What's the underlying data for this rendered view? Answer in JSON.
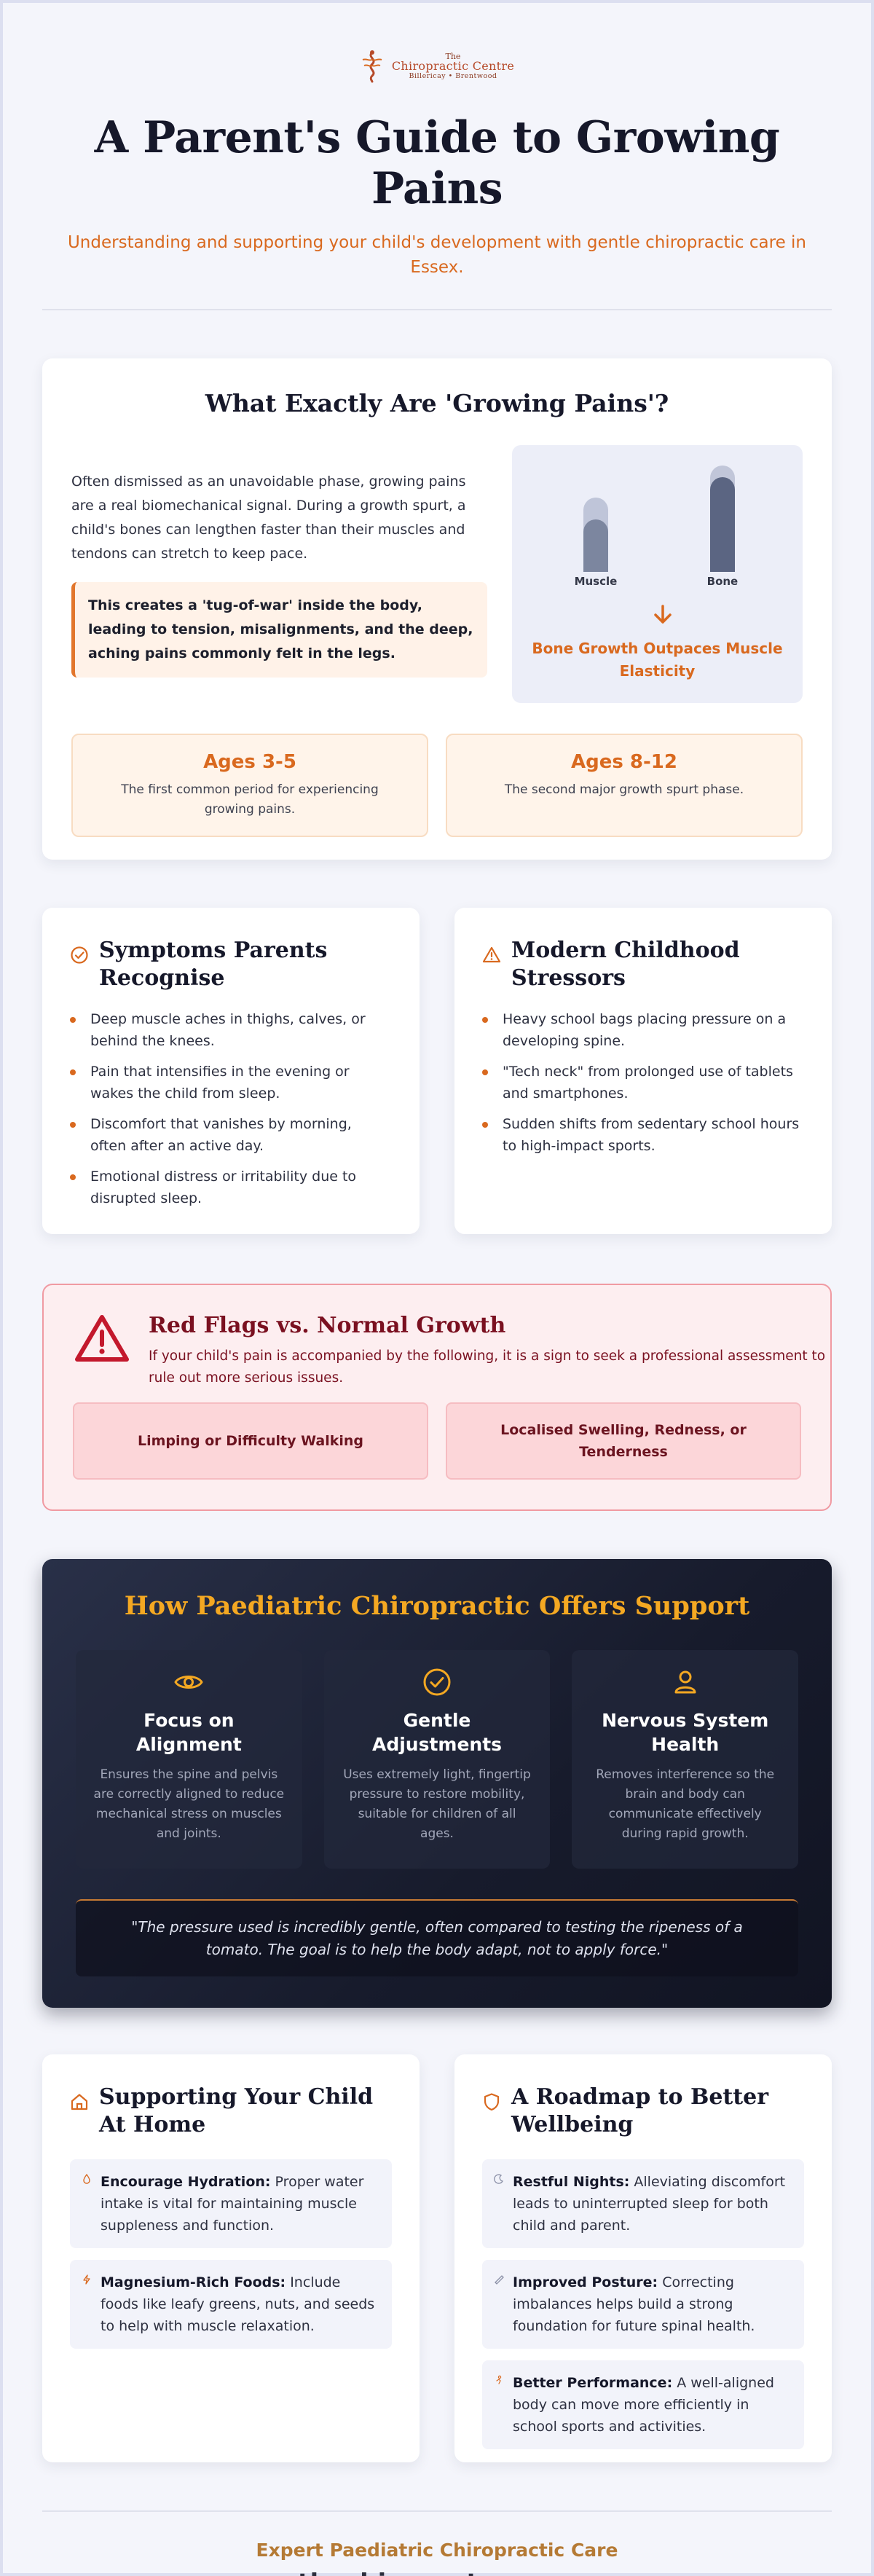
{
  "brand": {
    "logo_line1": "The",
    "logo_line2": "Chiropractic Centre",
    "logo_line3": "Billericay • Brentwood"
  },
  "header": {
    "title": "A Parent's Guide to Growing Pains",
    "subtitle": "Understanding and supporting your child's development with gentle chiropractic care in Essex."
  },
  "what_section": {
    "title": "What Exactly Are 'Growing Pains'?",
    "paragraph": "Often dismissed as an unavoidable phase, growing pains are a real biomechanical signal. During a growth spurt, a child's bones can lengthen faster than their muscles and tendons can stretch to keep pace.",
    "callout": "This creates a 'tug-of-war' inside the body, leading to tension, misalignments, and the deep, aching pains commonly felt in the legs.",
    "visual": {
      "muscle_label": "Muscle",
      "bone_label": "Bone",
      "caption": "Bone Growth Outpaces Muscle Elasticity"
    },
    "ages": [
      {
        "title": "Ages 3-5",
        "desc": "The first common period for experiencing growing pains."
      },
      {
        "title": "Ages 8-12",
        "desc": "The second major growth spurt phase."
      }
    ]
  },
  "symptoms": {
    "title": "Symptoms Parents Recognise",
    "items": [
      "Deep muscle aches in thighs, calves, or behind the knees.",
      "Pain that intensifies in the evening or wakes the child from sleep.",
      "Discomfort that vanishes by morning, often after an active day.",
      "Emotional distress or irritability due to disrupted sleep."
    ]
  },
  "stressors": {
    "title": "Modern Childhood Stressors",
    "items": [
      "Heavy school bags placing pressure on a developing spine.",
      "\"Tech neck\" from prolonged use of tablets and smartphones.",
      "Sudden shifts from sedentary school hours to high-impact sports."
    ]
  },
  "red_flags": {
    "title": "Red Flags vs. Normal Growth",
    "text": "If your child's pain is accompanied by the following, it is a sign to seek a professional assessment to rule out more serious issues.",
    "flags": [
      "Limping or Difficulty Walking",
      "Localised Swelling, Redness, or Tenderness"
    ]
  },
  "support": {
    "title": "How Paediatric Chiropractic Offers Support",
    "features": [
      {
        "icon": "eye-icon",
        "title": "Focus on Alignment",
        "desc": "Ensures the spine and pelvis are correctly aligned to reduce mechanical stress on muscles and joints."
      },
      {
        "icon": "check-circle-icon",
        "title": "Gentle Adjustments",
        "desc": "Uses extremely light, fingertip pressure to restore mobility, suitable for children of all ages."
      },
      {
        "icon": "user-icon",
        "title": "Nervous System Health",
        "desc": "Removes interference so the brain and body can communicate effectively during rapid growth."
      }
    ],
    "quote": "\"The pressure used is incredibly gentle, often compared to testing the ripeness of a tomato. The goal is to help the body adapt, not to apply force.\""
  },
  "home": {
    "title": "Supporting Your Child At Home",
    "tips": [
      {
        "label": "Encourage Hydration:",
        "text": "Proper water intake is vital for maintaining muscle suppleness and function."
      },
      {
        "label": "Magnesium-Rich Foods:",
        "text": "Include foods like leafy greens, nuts, and seeds to help with muscle relaxation."
      }
    ]
  },
  "roadmap": {
    "title": "A Roadmap to Better Wellbeing",
    "tips": [
      {
        "label": "Restful Nights:",
        "text": "Alleviating discomfort leads to uninterrupted sleep for both child and parent."
      },
      {
        "label": "Improved Posture:",
        "text": "Correcting imbalances helps build a strong foundation for future spinal health."
      },
      {
        "label": "Better Performance:",
        "text": "A well-aligned body can move more efficiently in school sports and activities."
      }
    ]
  },
  "footer": {
    "tagline": "Expert Paediatric Chiropractic Care",
    "website": "thechirocentre.com"
  },
  "colors": {
    "accent_orange": "#d9691f",
    "gold": "#f4a822",
    "navy": "#16182a",
    "alert_red": "#c3182c"
  }
}
